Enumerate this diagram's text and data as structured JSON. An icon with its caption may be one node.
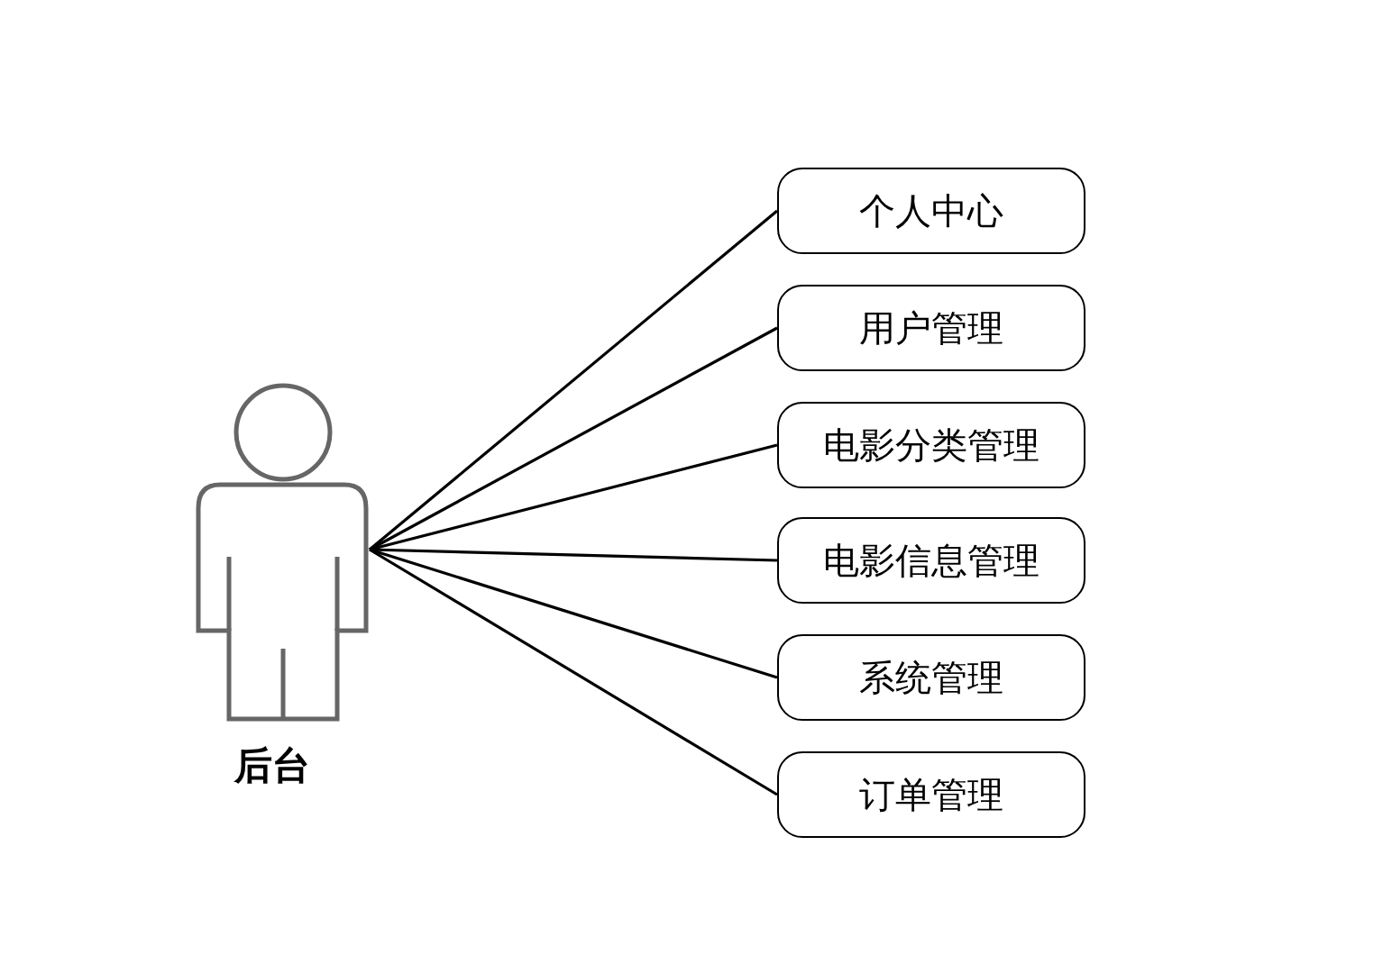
{
  "diagram": {
    "nodes": [
      {
        "text": [
          "后台"
        ]
      },
      {
        "text": [
          "个人中心"
        ]
      },
      {
        "text": [
          "用户管理"
        ]
      },
      {
        "text": [
          "电影分类管理"
        ]
      },
      {
        "text": [
          "电影信息管理"
        ]
      },
      {
        "text": [
          "系统管理"
        ]
      },
      {
        "text": [
          "订单管理"
        ]
      }
    ],
    "edges": [
      {
        "from": 0,
        "to": 1,
        "arrow": "none"
      },
      {
        "from": 0,
        "to": 2,
        "arrow": "none"
      },
      {
        "from": 0,
        "to": 3,
        "arrow": "none"
      },
      {
        "from": 0,
        "to": 4,
        "arrow": "none"
      },
      {
        "from": 0,
        "to": 5,
        "arrow": "none"
      },
      {
        "from": 0,
        "to": 6,
        "arrow": "none"
      }
    ]
  }
}
